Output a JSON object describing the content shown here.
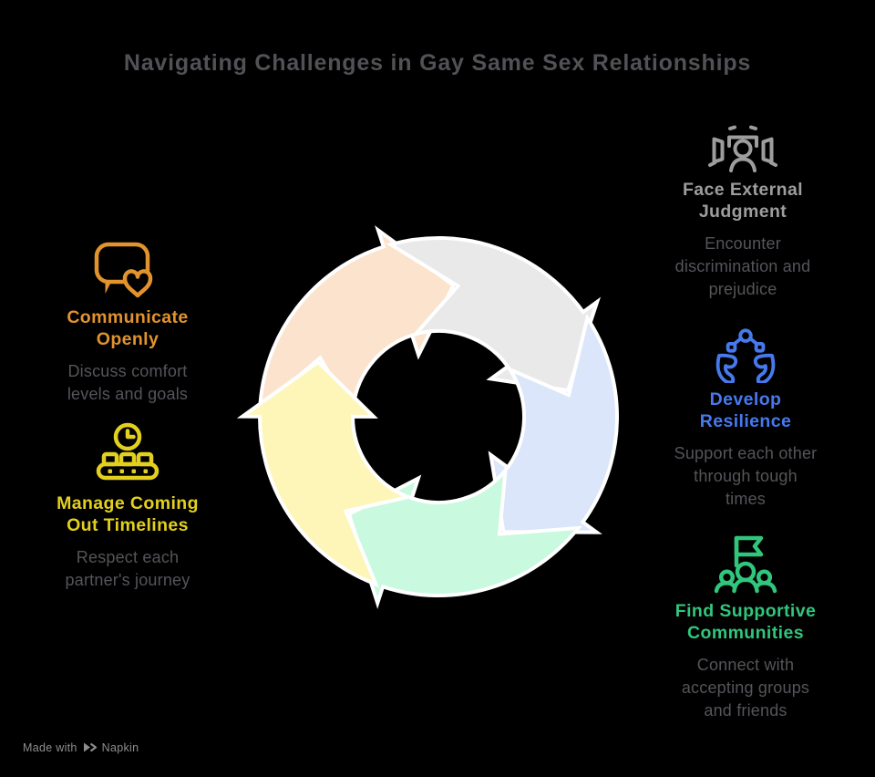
{
  "title": {
    "text": "Navigating Challenges in Gay Same Sex Relationships",
    "color": "#515156"
  },
  "cycle": {
    "stroke": "#ffffff",
    "description_colors": {
      "text_gray": "#54555a"
    },
    "segments": [
      {
        "label": "communicate-openly",
        "color": "#fbe3cd",
        "tip_angle": 6.5
      },
      {
        "label": "face-external-judgment",
        "color": "#e9e9ea",
        "tip_angle": 78.5
      },
      {
        "label": "develop-resilience",
        "color": "#dbe6fb",
        "tip_angle": 150.5
      },
      {
        "label": "find-supportive-communities",
        "color": "#c9f9df",
        "tip_angle": 222.5
      },
      {
        "label": "manage-coming-out-timelines",
        "color": "#fdf6b8",
        "tip_angle": 294.5
      }
    ]
  },
  "items": [
    {
      "id": "communicate-openly",
      "icon": "speech-bubble-heart-icon",
      "heading": "Communicate\nOpenly",
      "description": "Discuss comfort\nlevels and goals",
      "color": "#e2932d"
    },
    {
      "id": "manage-coming-out-timelines",
      "icon": "clock-conveyor-timeline-icon",
      "heading": "Manage Coming\nOut Timelines",
      "description": "Respect each\npartner's journey",
      "color": "#e3d01e"
    },
    {
      "id": "face-external-judgment",
      "icon": "judgment-panel-icon",
      "heading": "Face External\nJudgment",
      "description": "Encounter\ndiscrimination and\nprejudice",
      "color": "#9d9d9d"
    },
    {
      "id": "develop-resilience",
      "icon": "hands-support-icon",
      "heading": "Develop\nResilience",
      "description": "Support each other\nthrough tough\ntimes",
      "color": "#4779ee"
    },
    {
      "id": "find-supportive-communities",
      "icon": "community-flag-icon",
      "heading": "Find Supportive\nCommunities",
      "description": "Connect with\naccepting groups\nand friends",
      "color": "#30c67c"
    }
  ],
  "footer": {
    "made_with": "Made with",
    "brand": "Napkin",
    "color": "#8d8d90"
  }
}
